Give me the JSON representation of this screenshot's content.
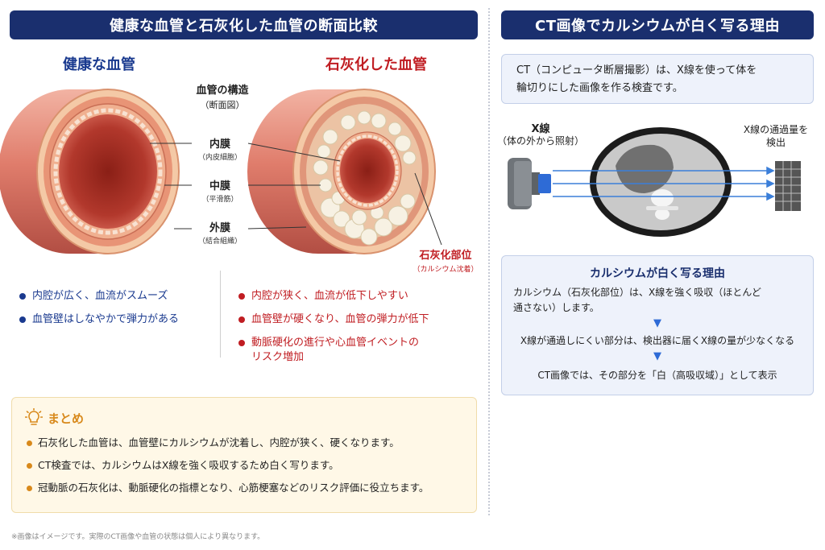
{
  "left_header": "健康な血管と石灰化した血管の断面比較",
  "right_header": "CT画像でカルシウムが白く写る理由",
  "healthy": {
    "title": "健康な血管",
    "bullets": [
      "内腔が広く、血流がスムーズ",
      "血管壁はしなやかで弾力がある"
    ]
  },
  "calcified": {
    "title": "石灰化した血管",
    "bullets": [
      "内腔が狭く、血流が低下しやすい",
      "血管壁が硬くなり、血管の弾力が低下",
      "動脈硬化の進行や心血管イベントの",
      "リスク増加"
    ],
    "site_label": "石灰化部位",
    "site_sub": "（カルシウム沈着）"
  },
  "structure": {
    "title": "血管の構造",
    "subtitle": "（断面図）",
    "layers": [
      {
        "name": "内膜",
        "sub": "（内皮細胞）"
      },
      {
        "name": "中膜",
        "sub": "（平滑筋）"
      },
      {
        "name": "外膜",
        "sub": "（結合組織）"
      }
    ]
  },
  "summary": {
    "title": "まとめ",
    "items": [
      "石灰化した血管は、血管壁にカルシウムが沈着し、内腔が狭く、硬くなります。",
      "CT検査では、カルシウムはX線を強く吸収するため白く写ります。",
      "冠動脈の石灰化は、動脈硬化の指標となり、心筋梗塞などのリスク評価に役立ちます。"
    ]
  },
  "ct": {
    "intro_line1": "CT（コンピュータ断層撮影）は、X線を使って体を",
    "intro_line2": "輪切りにした画像を作る検査です。",
    "xray_label": "X線",
    "xray_sub": "（体の外から照射）",
    "detector_line1": "X線の通過量を",
    "detector_line2": "検出"
  },
  "reason": {
    "title": "カルシウムが白く写る理由",
    "line1": "カルシウム（石灰化部位）は、X線を強く吸収（ほとんど",
    "line2": "通さない）します。",
    "arrow": "▼",
    "line3": "X線が通過しにくい部分は、検出器に届くX線の量が少なくなる",
    "line4": "CT画像では、その部分を「白（高吸収域）」として表示"
  },
  "footnote": "※画像はイメージです。実際のCT画像や血管の状態は個人により異なります。",
  "colors": {
    "navy": "#1a2f6e",
    "healthy_blue": "#1a3a8f",
    "calc_red": "#c01d22",
    "summary_orange": "#d8891b",
    "xray_blue": "#3b7fd9"
  },
  "icons": {
    "summary": "lightbulb-icon",
    "arrow": "down-arrow-icon"
  }
}
